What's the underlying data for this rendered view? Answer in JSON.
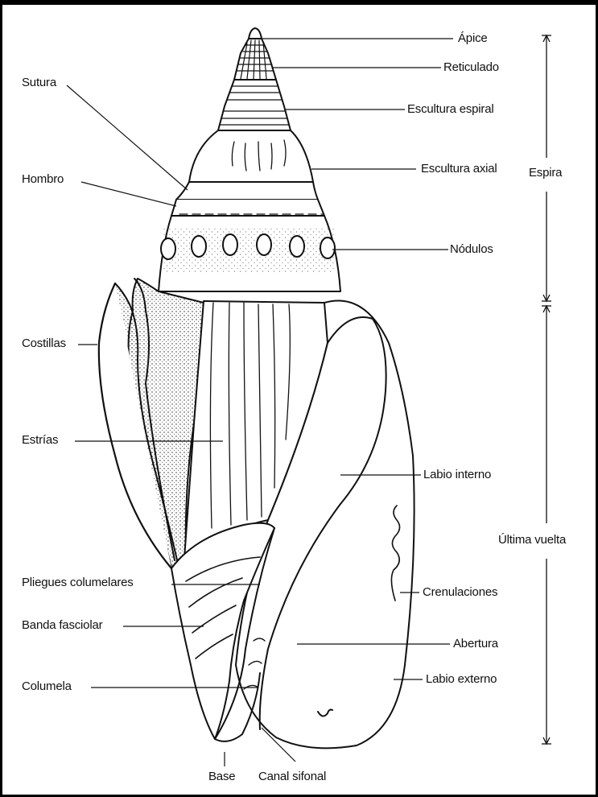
{
  "labels": {
    "apice": "Ápice",
    "reticulado": "Reticulado",
    "escultura_espiral": "Escultura espiral",
    "escultura_axial": "Escultura axial",
    "nodulos": "Nódulos",
    "labio_interno": "Labio interno",
    "crenulaciones": "Crenulaciones",
    "abertura": "Abertura",
    "labio_externo": "Labio externo",
    "sutura": "Sutura",
    "hombro": "Hombro",
    "costillas": "Costillas",
    "estrias": "Estrías",
    "pliegues_columelares": "Pliegues columelares",
    "banda_fasciolar": "Banda fasciolar",
    "columela": "Columela",
    "base": "Base",
    "canal_sifonal": "Canal sifonal",
    "espira": "Espira",
    "ultima_vuelta": "Última vuelta"
  },
  "colors": {
    "ink": "#111111",
    "stipple": "#222222",
    "frame": "#000000"
  }
}
